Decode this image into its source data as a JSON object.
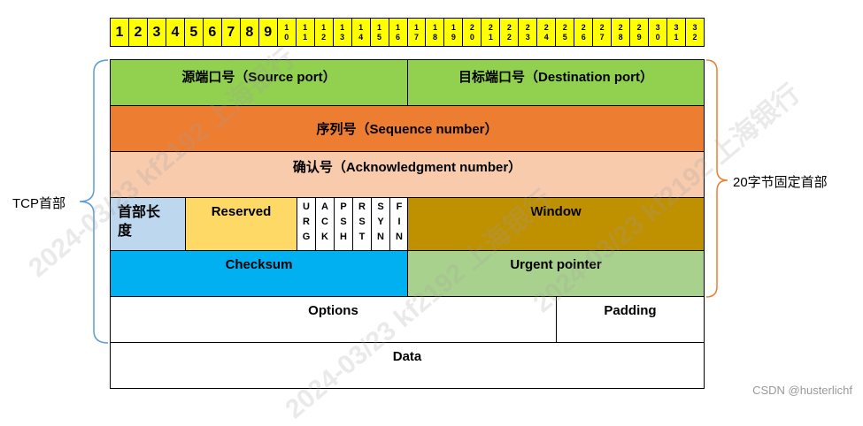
{
  "bits": [
    "1",
    "2",
    "3",
    "4",
    "5",
    "6",
    "7",
    "8",
    "9",
    "10",
    "11",
    "12",
    "13",
    "14",
    "15",
    "16",
    "17",
    "18",
    "19",
    "20",
    "21",
    "22",
    "23",
    "24",
    "25",
    "26",
    "27",
    "28",
    "29",
    "30",
    "31",
    "32"
  ],
  "fields": {
    "source_port": "源端口号（Source port）",
    "destination_port": "目标端口号（Destination port）",
    "sequence_number": "序列号（Sequence number）",
    "ack_number": "确认号（Acknowledgment number）",
    "header_length": "首部长度",
    "reserved": "Reserved",
    "window": "Window",
    "checksum": "Checksum",
    "urgent_pointer": "Urgent pointer",
    "options": "Options",
    "padding": "Padding",
    "data": "Data"
  },
  "flags": [
    {
      "name": "URG",
      "letters": [
        "U",
        "R",
        "G"
      ]
    },
    {
      "name": "ACK",
      "letters": [
        "A",
        "C",
        "K"
      ]
    },
    {
      "name": "PSH",
      "letters": [
        "P",
        "S",
        "H"
      ]
    },
    {
      "name": "RST",
      "letters": [
        "R",
        "S",
        "T"
      ]
    },
    {
      "name": "SYN",
      "letters": [
        "S",
        "Y",
        "N"
      ]
    },
    {
      "name": "FIN",
      "letters": [
        "F",
        "I",
        "N"
      ]
    }
  ],
  "labels": {
    "tcp_header": "TCP首部",
    "fixed_header": "20字节固定首部"
  },
  "watermark": {
    "credit": "CSDN @husterlichf",
    "repeat_text": "2024-03/23 kf2192 上海银行"
  },
  "colors": {
    "ruler": "#ffff00",
    "ports": "#92d050",
    "sequence": "#ed7d31",
    "ack": "#f8cbad",
    "header_length": "#bdd7ee",
    "reserved": "#ffd966",
    "window": "#bf9000",
    "checksum": "#00b0f0",
    "urgent": "#a9d18e",
    "brace": "#5b9bd5"
  }
}
